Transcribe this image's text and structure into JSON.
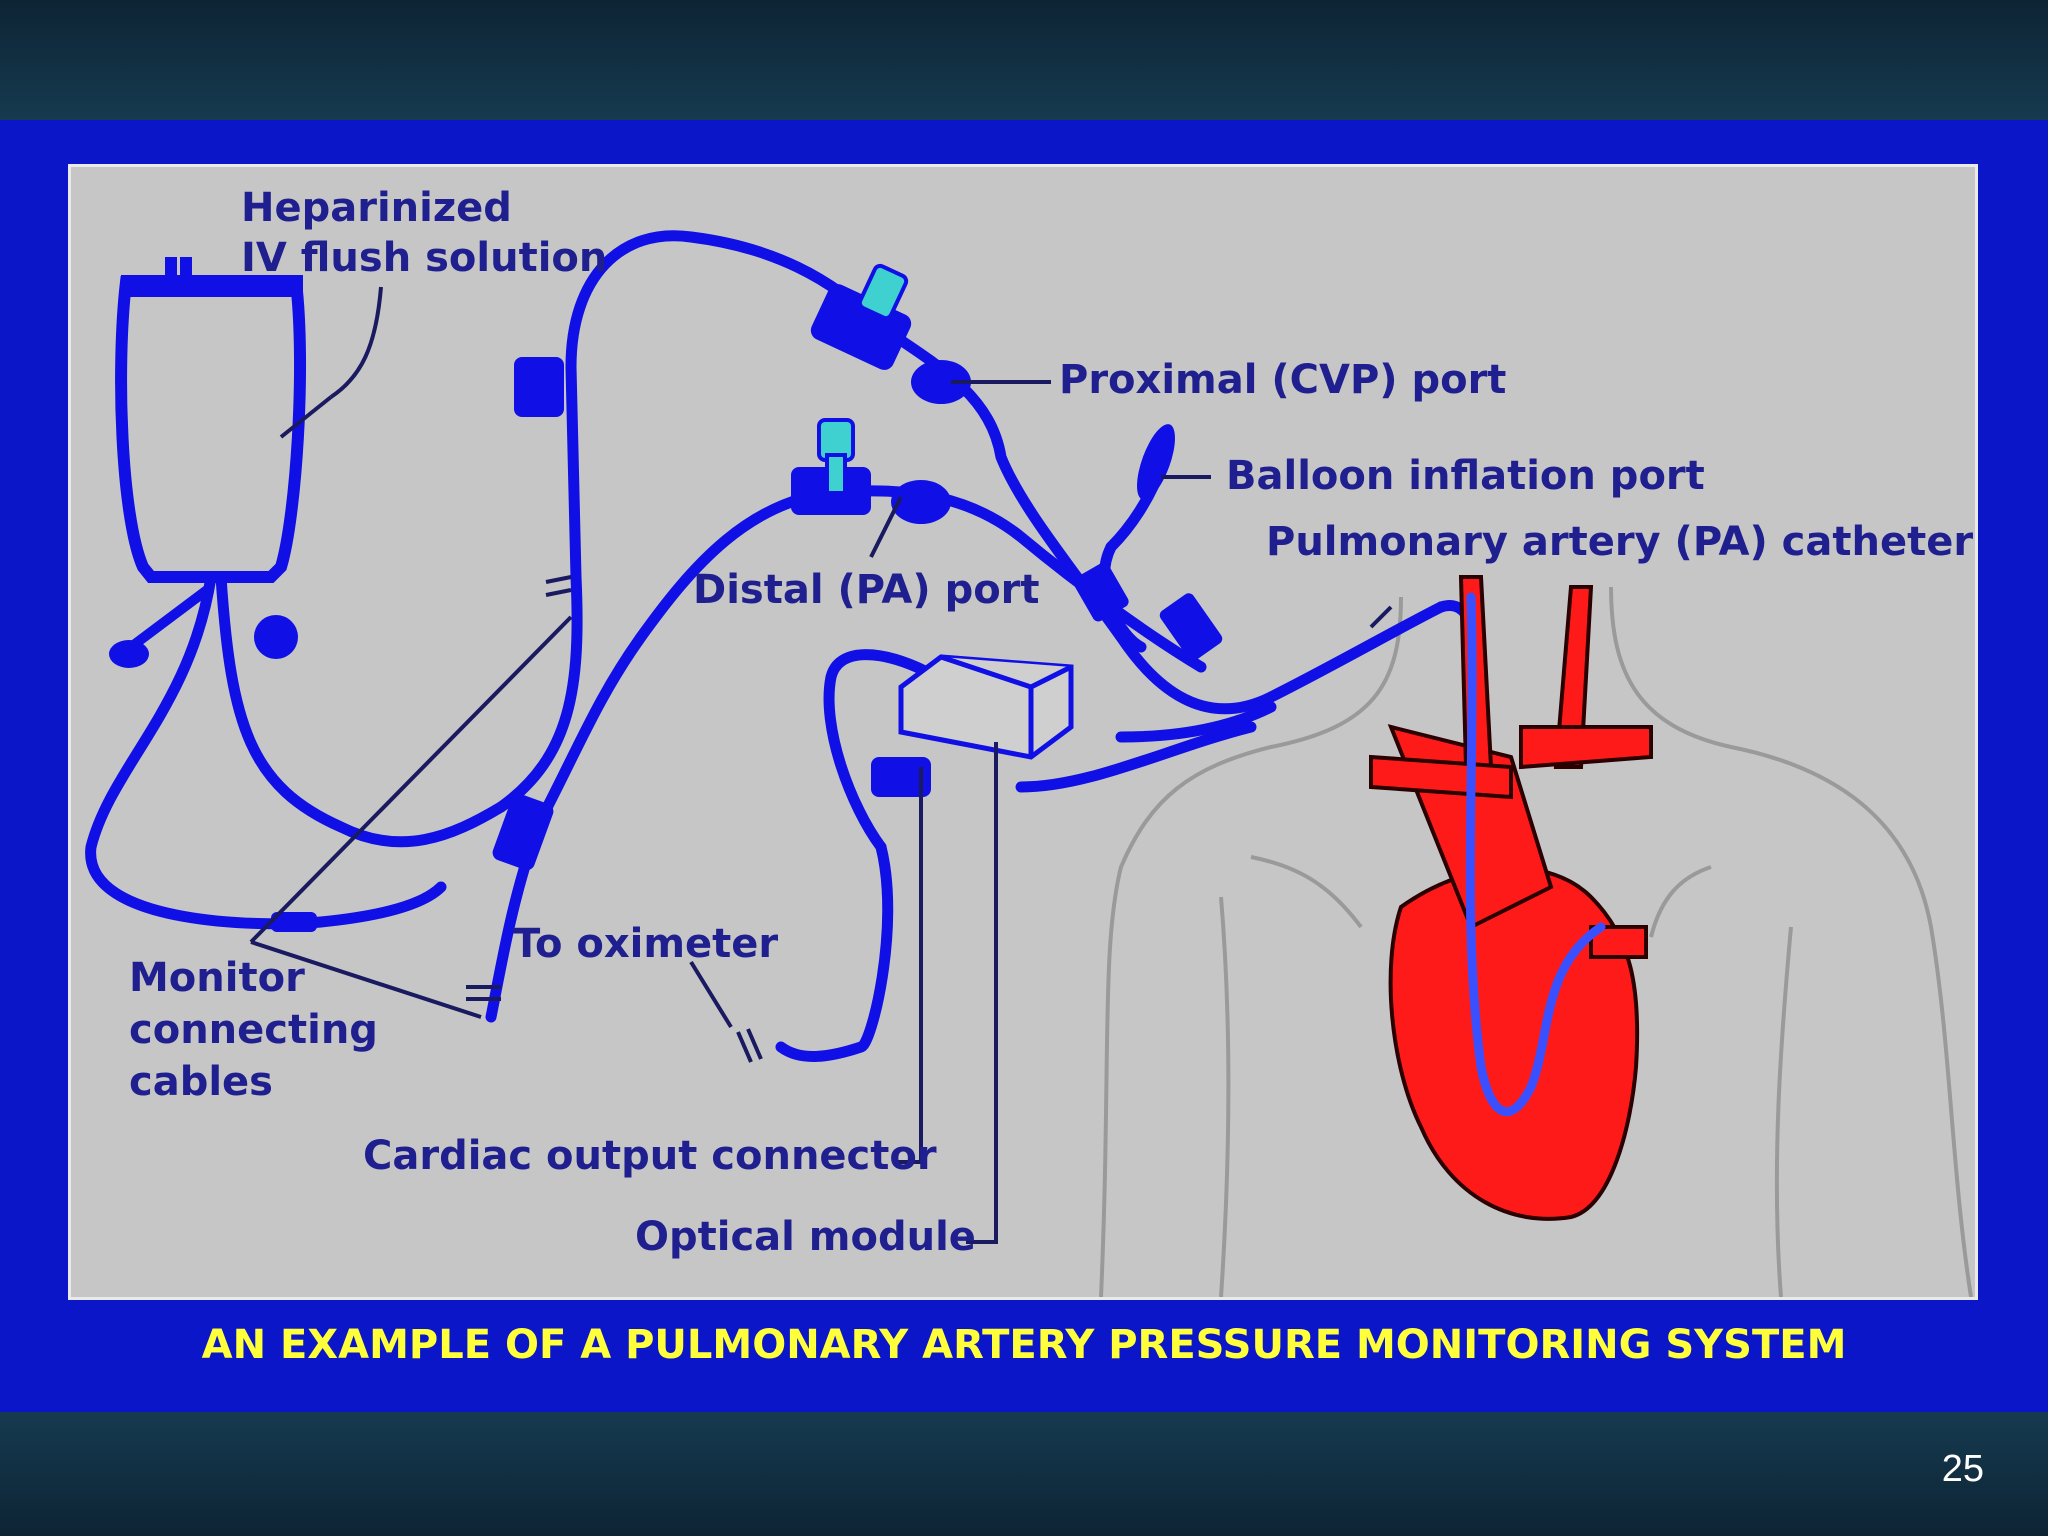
{
  "labels": {
    "heparinized": "Heparinized",
    "iv_flush": "IV flush solution",
    "proximal_port": "Proximal (CVP) port",
    "balloon_port": "Balloon inflation port",
    "pa_catheter": "Pulmonary artery (PA) catheter",
    "distal_port": "Distal (PA) port",
    "to_oximeter": "To oximeter",
    "monitor_cables": [
      "Monitor",
      "connecting",
      "cables"
    ],
    "cardiac_output": "Cardiac output connector",
    "optical_module": "Optical module"
  },
  "caption": "AN EXAMPLE OF A PULMONARY ARTERY PRESSURE MONITORING SYSTEM",
  "slide_number": "25",
  "colors": {
    "tubing": "#1010e6",
    "heart": "#ff1a1a",
    "panel": "#c6c6c6",
    "frame": "#0a16c8",
    "caption": "#ffff3a",
    "label": "#1f1f8f",
    "valve": "#3fd0d0"
  }
}
